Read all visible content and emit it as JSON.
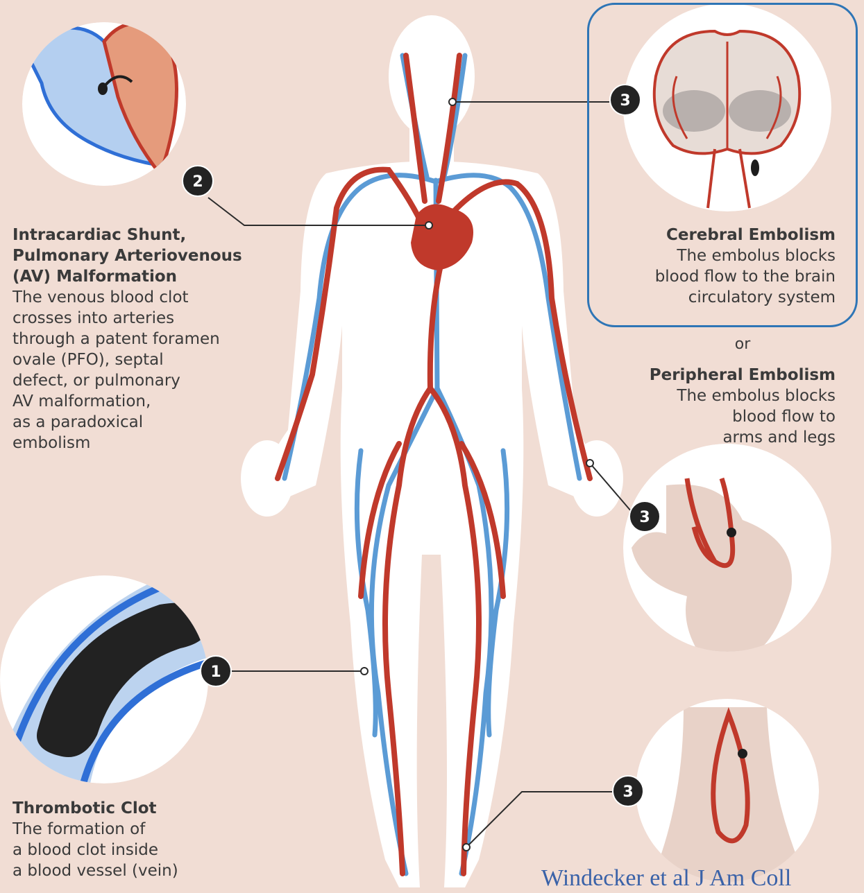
{
  "colors": {
    "background": "#f1ddd4",
    "artery": "#c0392b",
    "vein": "#5b9bd5",
    "badge": "#232323",
    "highlight_border": "#2e75b6",
    "citation": "#3a62a8"
  },
  "badges": {
    "one": "1",
    "two": "2",
    "three_brain": "3",
    "three_hand": "3",
    "three_foot": "3"
  },
  "callouts": {
    "shunt": {
      "title_lines": [
        "Intracardiac   Shunt,",
        "Pulmonary Arteriovenous",
        "(AV) Malformation"
      ],
      "body_lines": [
        "The venous blood clot",
        "crosses into arteries",
        "through a patent foramen",
        "ovale (PFO), septal",
        "defect, or pulmonary",
        "AV malformation,",
        "as a paradoxical",
        "embolism"
      ]
    },
    "thrombotic": {
      "title": "Thrombotic Clot",
      "body_lines": [
        "The formation of",
        "a blood clot inside",
        "a blood vessel (vein)"
      ]
    },
    "cerebral": {
      "title": "Cerebral Embolism",
      "body_lines": [
        "The embolus blocks",
        "blood flow to the brain",
        "circulatory system"
      ]
    },
    "or": "or",
    "peripheral": {
      "title": "Peripheral Embolism",
      "body_lines": [
        "The embolus blocks",
        "blood flow to",
        "arms and legs"
      ]
    }
  },
  "citation": "Windecker et al J Am Coll"
}
